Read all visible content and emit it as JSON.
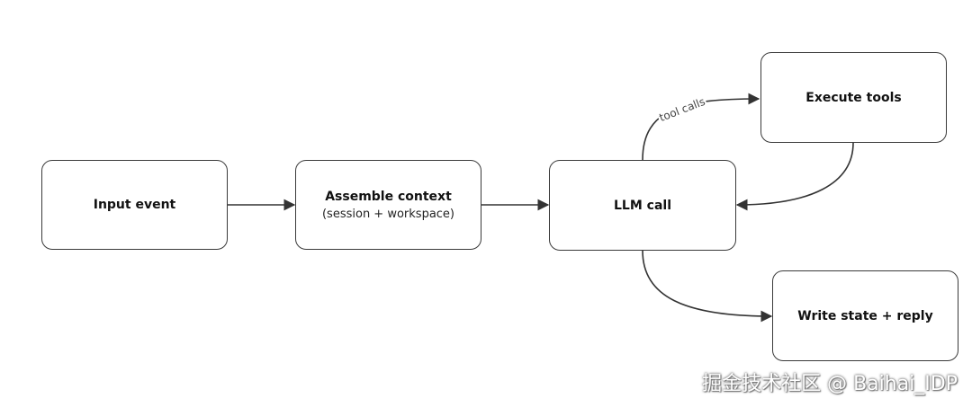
{
  "nodes": {
    "input": {
      "title": "Input event"
    },
    "assemble": {
      "title": "Assemble context",
      "subtitle": "(session + workspace)"
    },
    "llm": {
      "title": "LLM call"
    },
    "execute": {
      "title": "Execute tools"
    },
    "write": {
      "title": "Write state + reply"
    }
  },
  "edges": {
    "tool_calls_label": "tool calls"
  },
  "watermark": "掘金技术社区 @ Baihai_IDP",
  "colors": {
    "stroke": "#3a3a3a",
    "background": "#ffffff"
  }
}
